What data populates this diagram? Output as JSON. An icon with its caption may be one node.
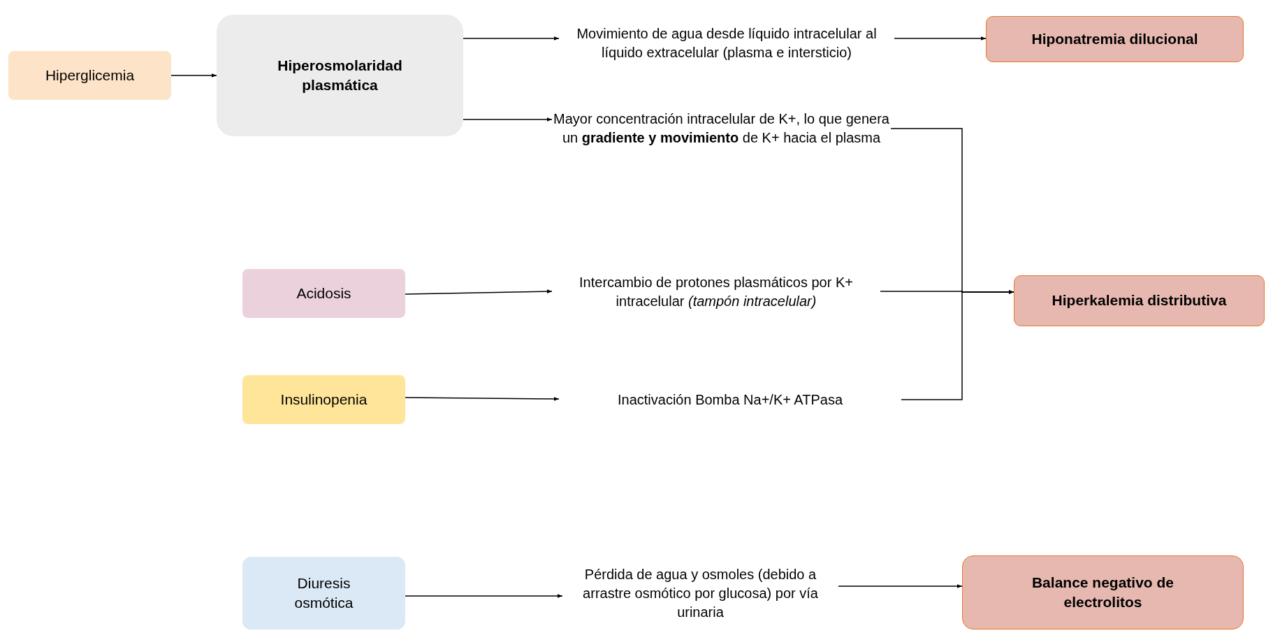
{
  "diagram": {
    "nodes": [
      {
        "text": [
          "Hiperglicemia"
        ]
      },
      {
        "text": [
          "Hiperosmolaridad plasmática"
        ]
      },
      {
        "text": [
          "Movimiento de agua desde líquido intracelular al líquido extracelular (plasma e intersticio)"
        ]
      },
      {
        "text": [
          "Hiponatremia dilucional"
        ]
      },
      {
        "text": [
          "Mayor concentración intracelular de K+, lo que genera un **gradiente y movimiento** de K+ hacia el plasma"
        ]
      },
      {
        "text": [
          "Acidosis"
        ]
      },
      {
        "text": [
          "Intercambio de protones plasmáticos por K+ intracelular *(tampón intracelular)*"
        ]
      },
      {
        "text": [
          "Hiperkalemia distributiva"
        ]
      },
      {
        "text": [
          "Insulinopenia"
        ]
      },
      {
        "text": [
          "Inactivación Bomba Na+/K+ ATPasa"
        ]
      },
      {
        "text": [
          "Diuresis osmótica"
        ]
      },
      {
        "text": [
          "Pérdida de agua y osmoles (debido a arrastre osmótico por glucosa) por vía urinaria"
        ]
      },
      {
        "text": [
          "Balance negativo de electrolitos"
        ]
      }
    ],
    "edges": [
      {
        "from": 0,
        "to": 1,
        "arrow": "to"
      },
      {
        "from": 1,
        "to": 2,
        "arrow": "to"
      },
      {
        "from": 2,
        "to": 3,
        "arrow": "to"
      },
      {
        "from": 1,
        "to": 4,
        "arrow": "to"
      },
      {
        "from": 4,
        "to": 7,
        "arrow": "to"
      },
      {
        "from": 5,
        "to": 6,
        "arrow": "to"
      },
      {
        "from": 6,
        "to": 7,
        "arrow": "to"
      },
      {
        "from": 8,
        "to": 9,
        "arrow": "to"
      },
      {
        "from": 9,
        "to": 7,
        "arrow": "to"
      },
      {
        "from": 10,
        "to": 11,
        "arrow": "to"
      },
      {
        "from": 11,
        "to": 12,
        "arrow": "to"
      }
    ]
  }
}
